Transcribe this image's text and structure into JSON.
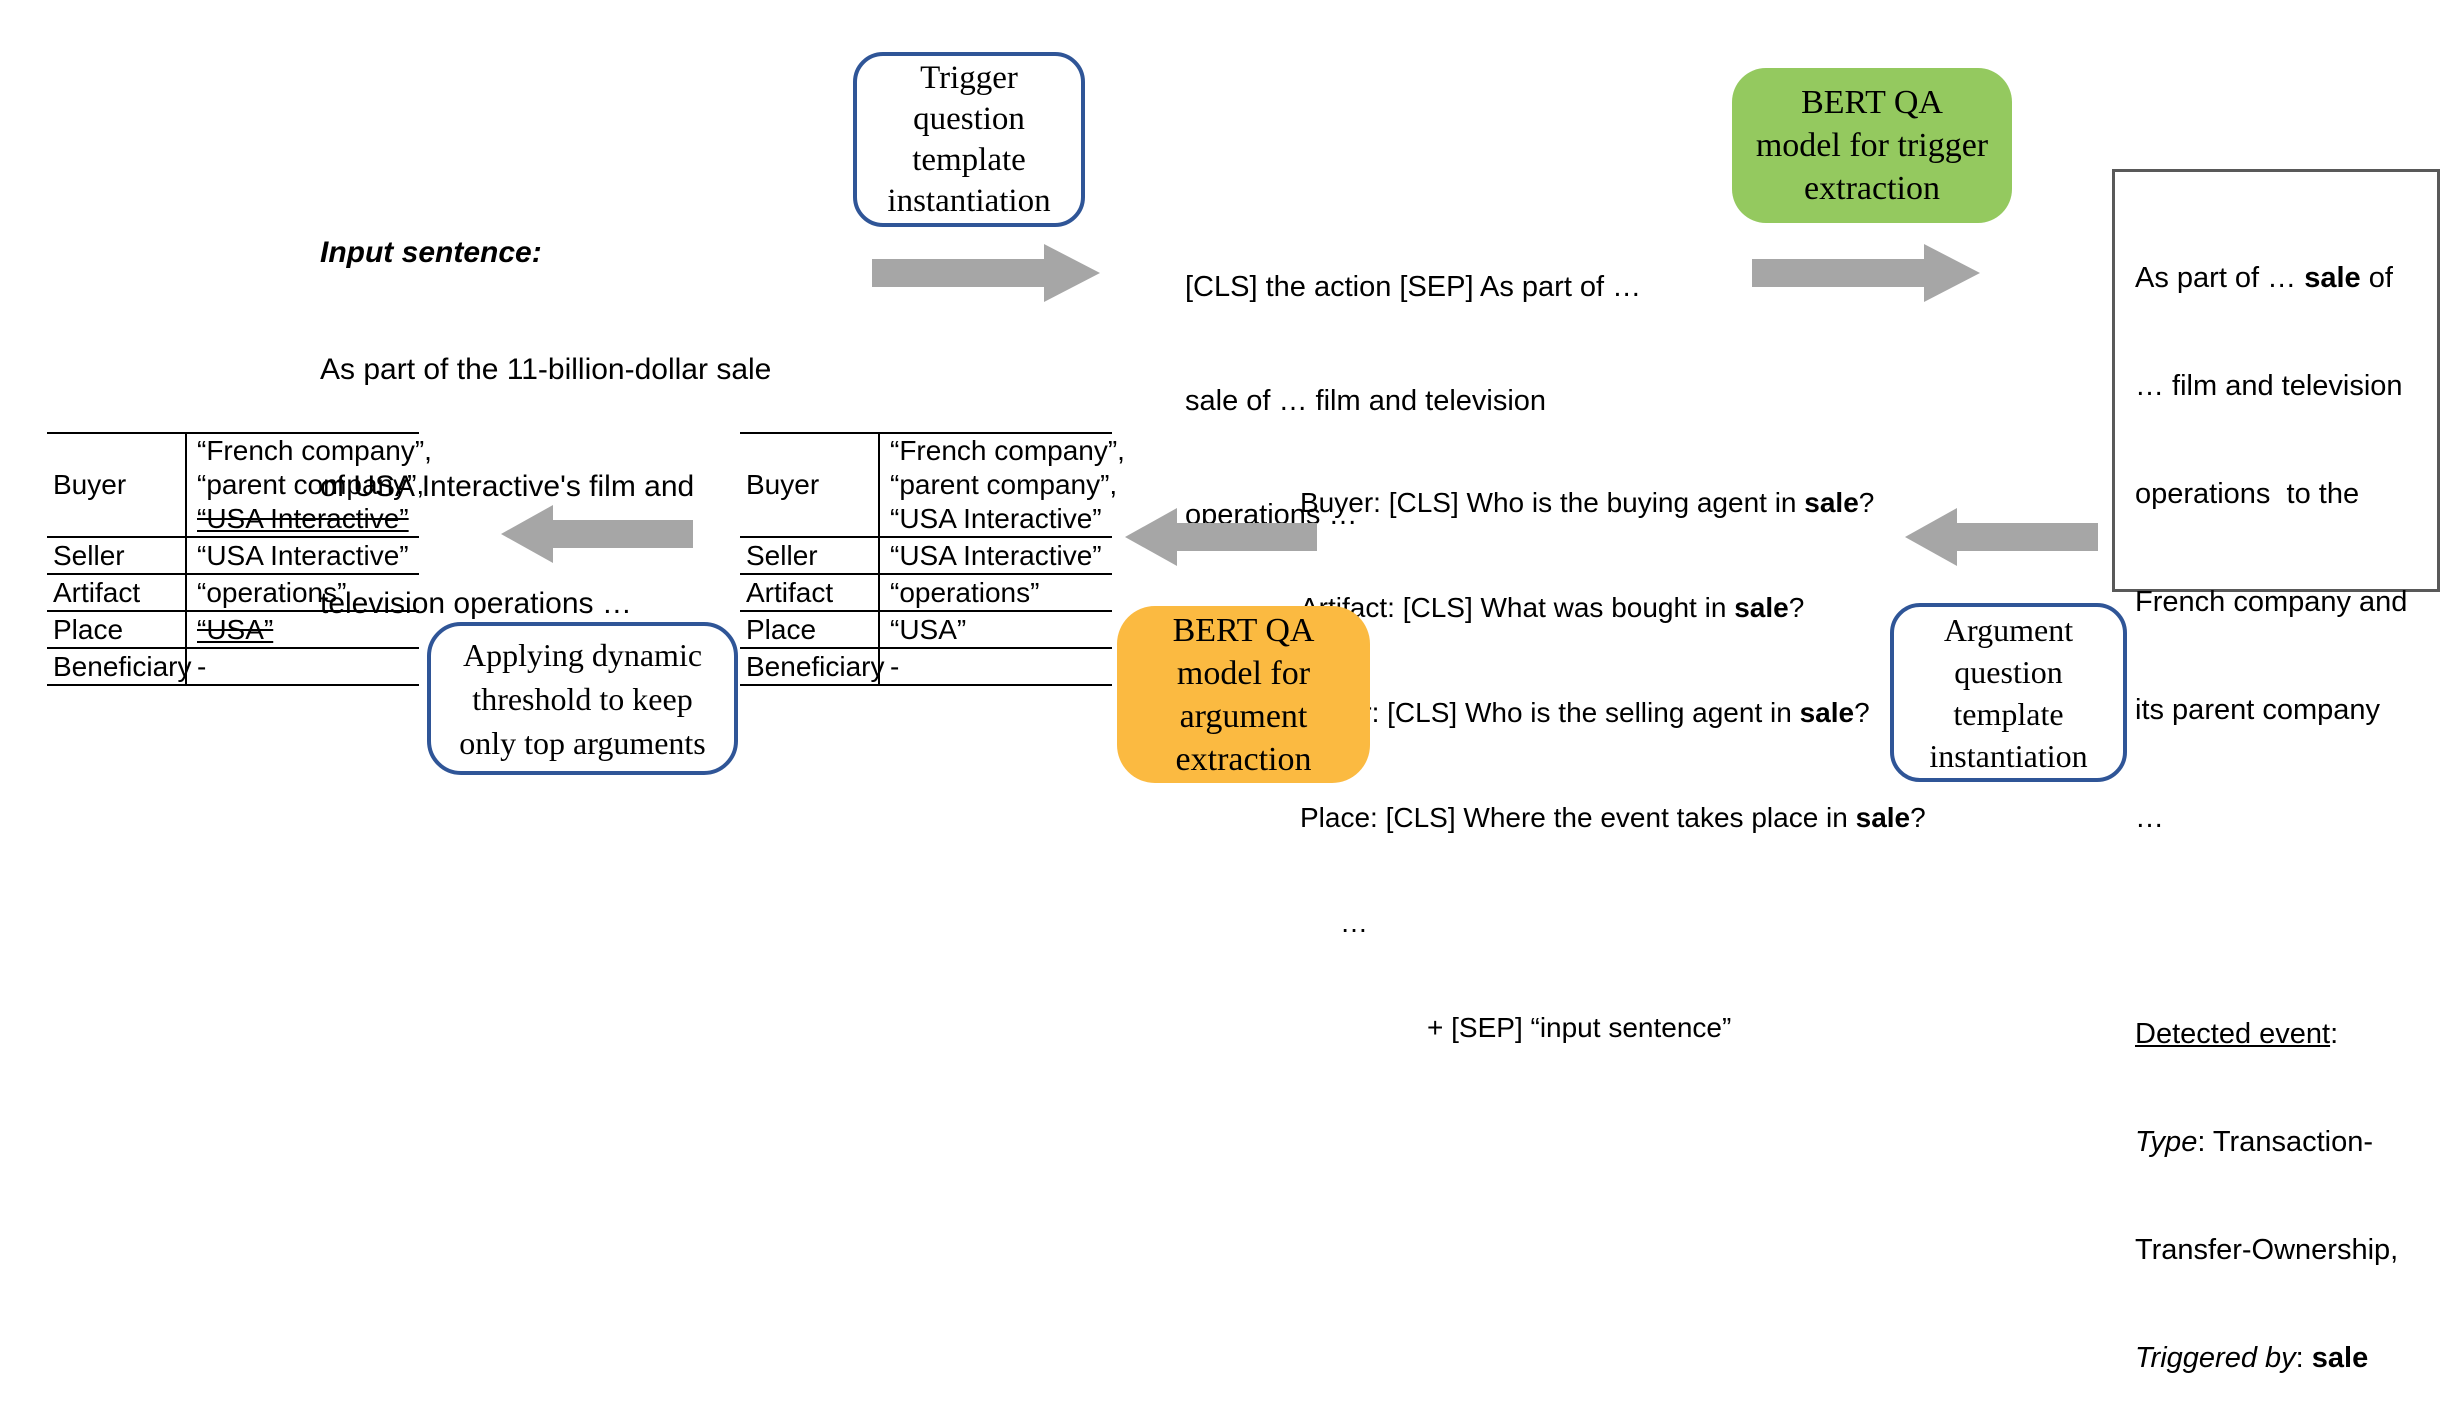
{
  "colors": {
    "blue_border": "#2F5597",
    "green_fill": "#94C95F",
    "orange_fill": "#FBBA41",
    "arrow_gray": "#A6A6A6",
    "result_border_gray": "#595959"
  },
  "input_block": {
    "label": "Input sentence:",
    "line1": "As part of the 11-billion-dollar sale",
    "line2": "of USA Interactive's film and",
    "line3": "television operations …"
  },
  "cls_block": {
    "line1": "[CLS] the action [SEP] As part of …",
    "line2": "sale of … film and television",
    "line3": "operations …"
  },
  "boxes": {
    "trigger_template": {
      "lines": [
        "Trigger",
        "question",
        "template",
        "instantiation"
      ]
    },
    "bert_trigger": {
      "lines": [
        "BERT QA",
        "model for trigger",
        "extraction"
      ]
    },
    "bert_argument": {
      "lines": [
        "BERT QA",
        "model for",
        "argument",
        "extraction"
      ]
    },
    "argument_template": {
      "lines": [
        "Argument",
        "question",
        "template",
        "instantiation"
      ]
    },
    "threshold": {
      "lines": [
        "Applying dynamic",
        "threshold to keep",
        "only top arguments"
      ]
    }
  },
  "result_box": {
    "line1_pre": "As part of … ",
    "line1_bold": "sale",
    "line1_post": " of",
    "line2": "… film and television",
    "line3": "operations  to the",
    "line4": "French company and",
    "line5": "its parent company",
    "line6": "…",
    "detected_heading": "Detected event",
    "detected_colon": ":",
    "type_italic": "Type",
    "type_rest": ": Transaction-",
    "type_line2": "Transfer-Ownership,",
    "trigger_italic": "Triggered by",
    "trigger_sep": ": ",
    "trigger_bold": "sale"
  },
  "questions": {
    "lines": [
      {
        "pre": "Buyer: [CLS] Who is the buying agent in ",
        "bold": "sale",
        "post": "?"
      },
      {
        "pre": "Artifact: [CLS] What was bought in ",
        "bold": "sale",
        "post": "?"
      },
      {
        "pre": "Seller: [CLS] Who is the selling agent in ",
        "bold": "sale",
        "post": "?"
      },
      {
        "pre": "Place: [CLS] Where the event takes place in ",
        "bold": "sale",
        "post": "?"
      }
    ],
    "ellipsis": "…",
    "sep_line": "+ [SEP] “input sentence”"
  },
  "tables": {
    "raw": {
      "rows": [
        {
          "label": "Buyer",
          "v1": "“French company”,",
          "v2": "“parent company”,",
          "v3": "“USA Interactive”"
        },
        {
          "label": "Seller",
          "v1": "“USA Interactive”"
        },
        {
          "label": "Artifact",
          "v1": "“operations”"
        },
        {
          "label": "Place",
          "v1": "“USA”"
        },
        {
          "label": "Beneficiary",
          "v1": "-"
        }
      ]
    },
    "filtered": {
      "rows": [
        {
          "label": "Buyer",
          "v1": "“French company”,",
          "v2": "“parent company”,",
          "v3": "“USA Interactive”"
        },
        {
          "label": "Seller",
          "v1": "“USA Interactive”"
        },
        {
          "label": "Artifact",
          "v1": "“operations”"
        },
        {
          "label": "Place",
          "v1": "“USA”"
        },
        {
          "label": "Beneficiary",
          "v1": "-"
        }
      ]
    }
  }
}
